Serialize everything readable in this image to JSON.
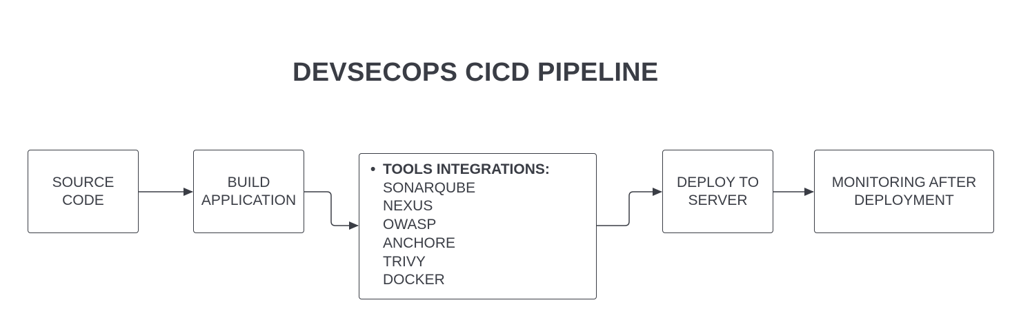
{
  "diagram": {
    "title": "DEVSECOPS CICD PIPELINE",
    "stages": {
      "source": "SOURCE\nCODE",
      "build": "BUILD\nAPPLICATION",
      "deploy": "DEPLOY TO\nSERVER",
      "monitor": "MONITORING AFTER\nDEPLOYMENT"
    },
    "tools": {
      "bullet": "•",
      "heading": "TOOLS INTEGRATIONS:",
      "items": [
        "SONARQUBE",
        "NEXUS",
        "OWASP",
        "ANCHORE",
        "TRIVY",
        "DOCKER"
      ]
    }
  }
}
